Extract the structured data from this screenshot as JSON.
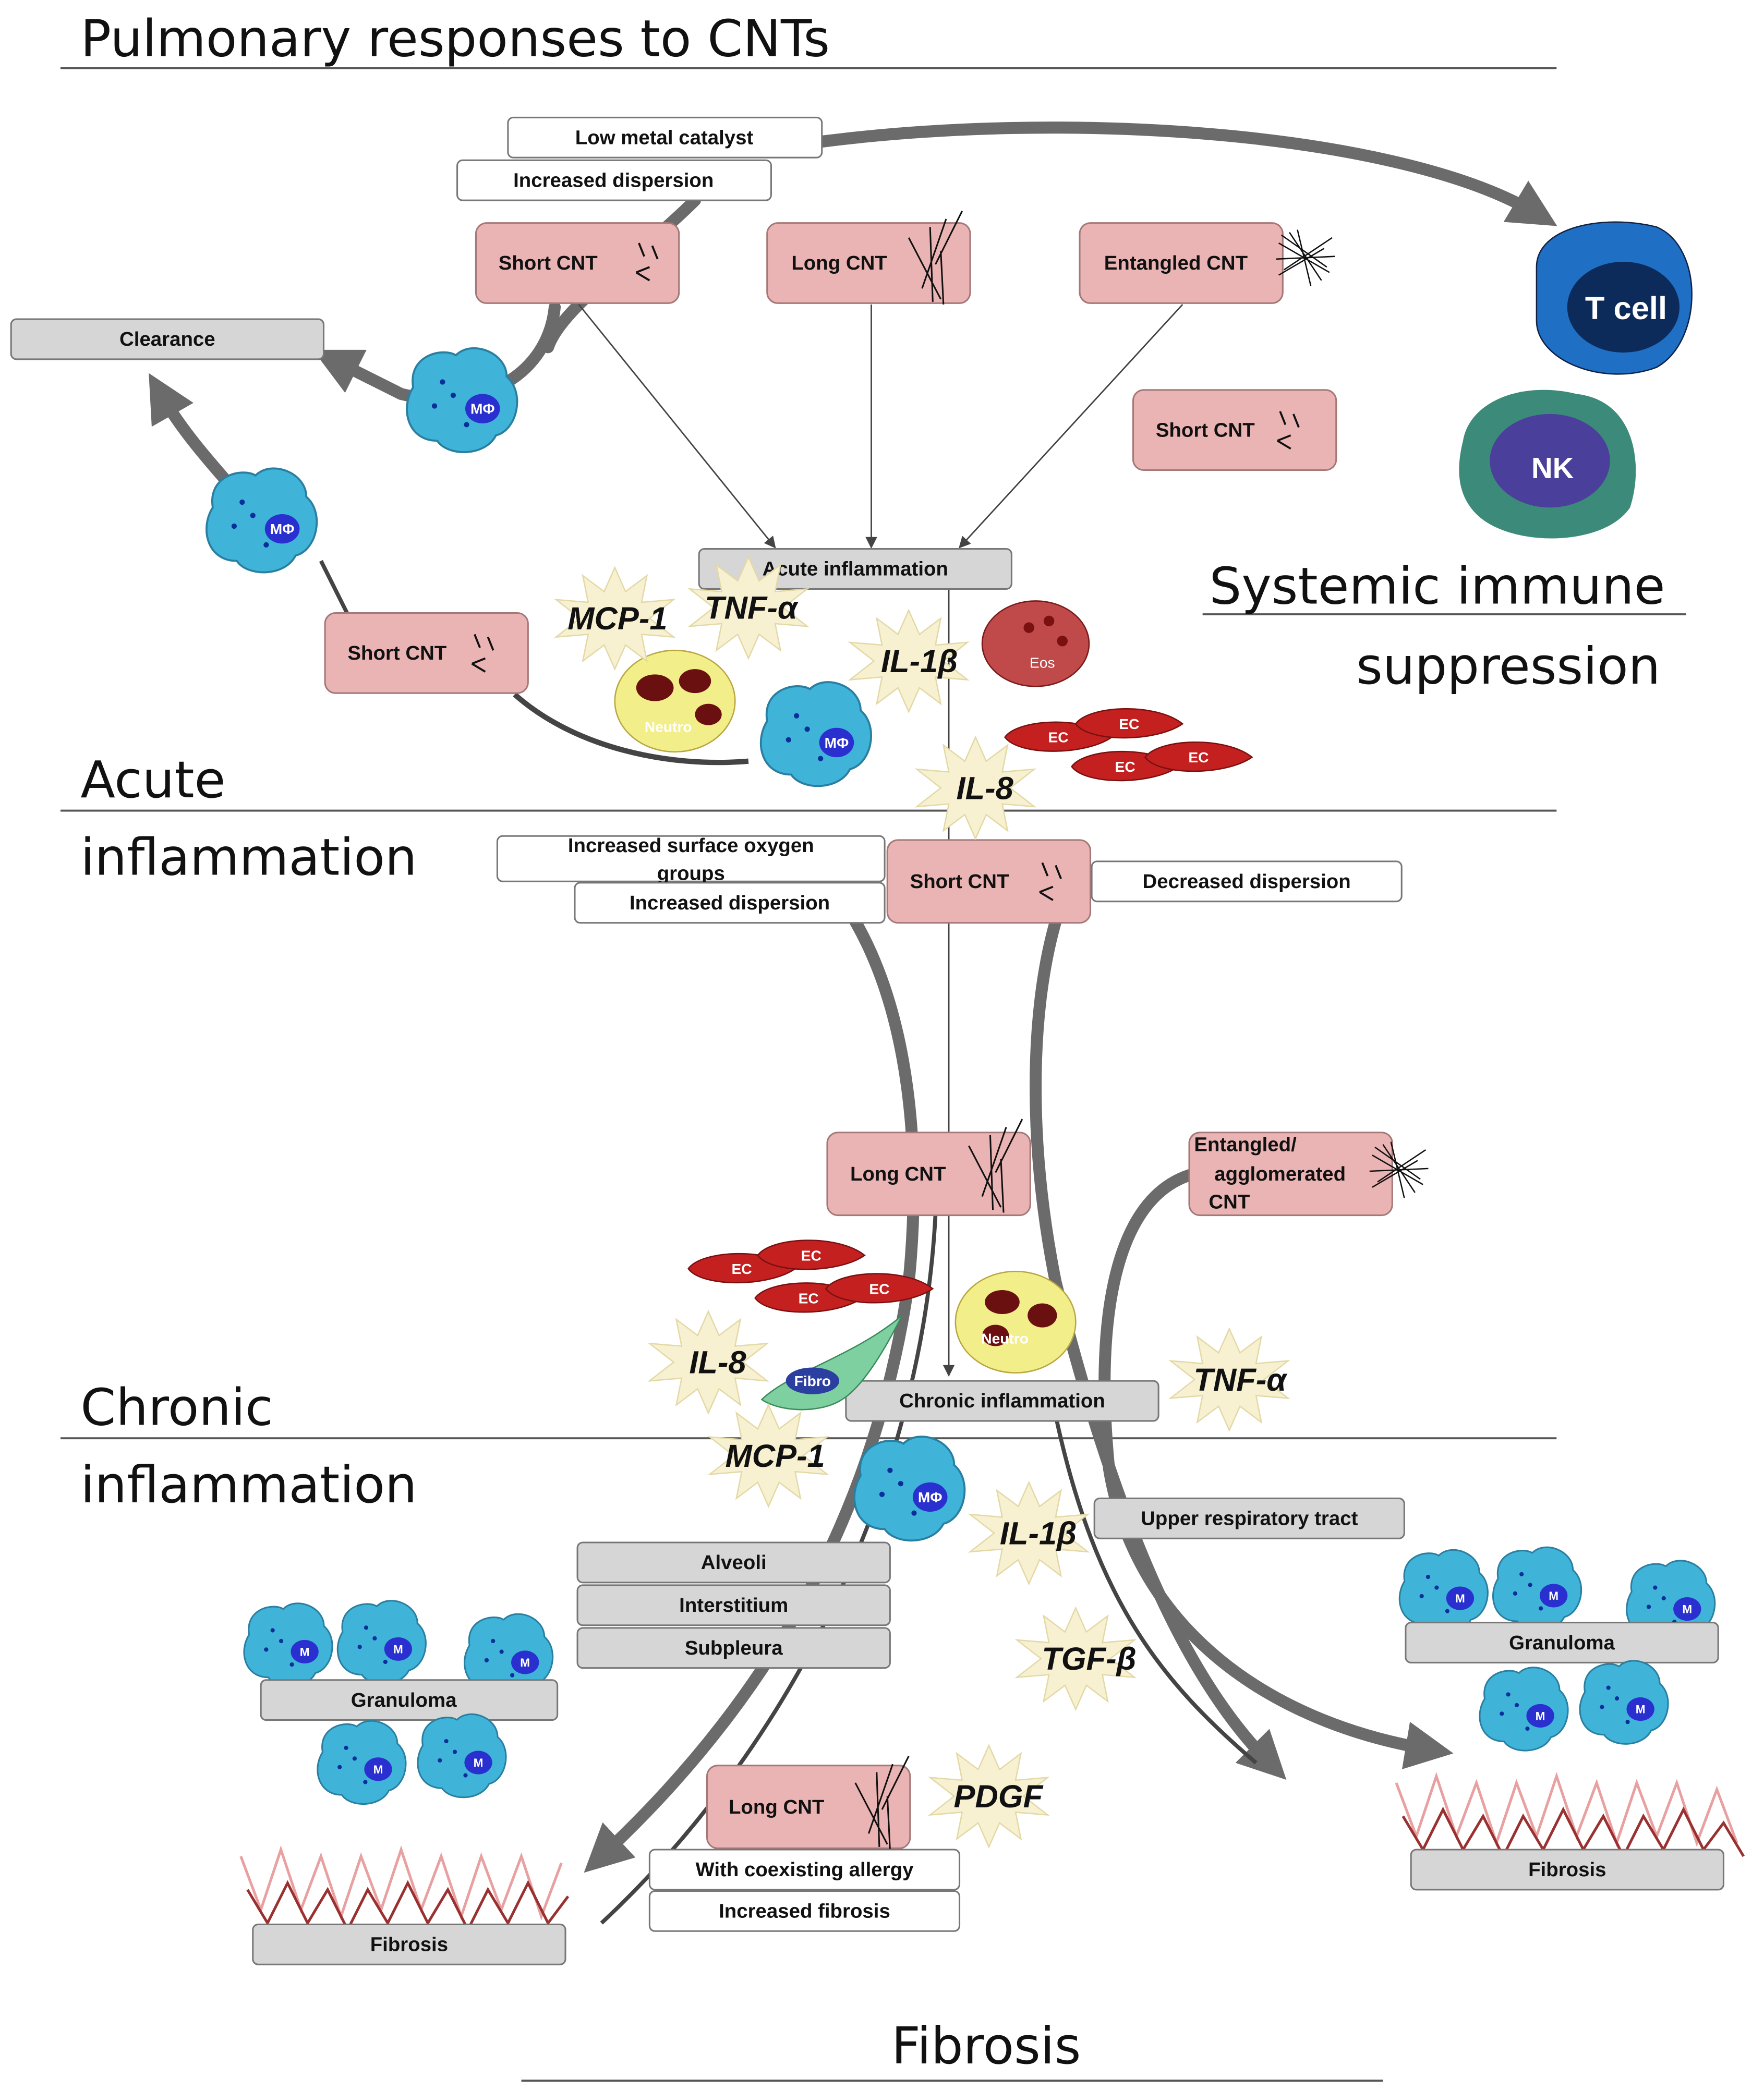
{
  "title": "Pulmonary responses to CNTs",
  "sections": {
    "acute_1": "Acute",
    "acute_2": "inflammation",
    "chronic_1": "Chronic",
    "chronic_2": "inflammation",
    "systemic_1": "Systemic immune",
    "systemic_2": "suppression",
    "fibrosis": "Fibrosis"
  },
  "acute": {
    "low_metal": "Low metal catalyst",
    "inc_dispersion": "Increased dispersion",
    "short_cnt": "Short CNT",
    "long_cnt": "Long CNT",
    "entangled_cnt": "Entangled CNT",
    "clearance": "Clearance",
    "acute_inflammation": "Acute inflammation"
  },
  "middle": {
    "surface_oxygen_1": "Increased surface oxygen",
    "surface_oxygen_2": "groups",
    "inc_dispersion": "Increased dispersion",
    "short_cnt": "Short CNT",
    "dec_dispersion": "Decreased dispersion",
    "long_cnt": "Long CNT",
    "entangled_1": "Entangled/",
    "entangled_2": "agglomerated",
    "entangled_3": "CNT",
    "chronic_inflammation": "Chronic inflammation",
    "upper_resp": "Upper respiratory tract"
  },
  "lower": {
    "alveoli": "Alveoli",
    "interstitium": "Interstitium",
    "subpleura": "Subpleura",
    "long_cnt": "Long CNT",
    "allergy": "With coexisting allergy",
    "inc_fibrosis": "Increased fibrosis",
    "granuloma": "Granuloma",
    "fibrosis_box": "Fibrosis"
  },
  "cytokines": {
    "mcp1": "MCP-1",
    "tnfa": "TNF-α",
    "il1b": "IL-1β",
    "il8": "IL-8",
    "tgfb": "TGF-β",
    "pdgf": "PDGF"
  },
  "cells": {
    "tcell": "T cell",
    "nk": "NK",
    "macrophage": "MΦ",
    "neutro": "Neutro",
    "eos": "Eos",
    "ec": "EC",
    "fibro": "Fibro",
    "m": "M"
  },
  "colors": {
    "cnt_box": "#eab4b4",
    "process_box": "#d6d6d6",
    "macrophage": "#3fb3d8",
    "endothelial": "#c42020",
    "tcell": "#1f6fc4",
    "nk": "#4a5fa8",
    "cytokine_burst": "#f7f1d2"
  }
}
